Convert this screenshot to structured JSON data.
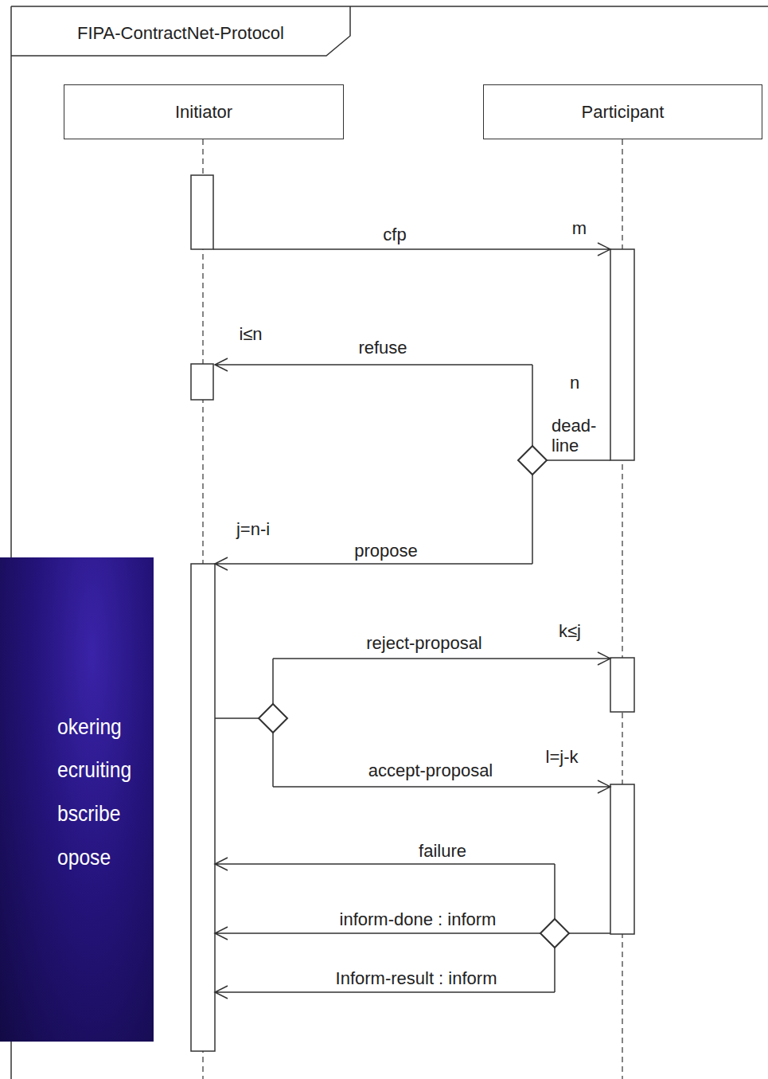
{
  "diagram": {
    "nodes": [
      {
        "text": [
          "FIPA-ContractNet-Protocol"
        ]
      },
      {
        "text": [
          "Initiator"
        ],
        "in": 0
      },
      {
        "text": [
          "Participant"
        ],
        "in": 0
      }
    ],
    "labels": [
      "m",
      "cfp",
      "i≤n",
      "refuse",
      "n",
      "dead- line",
      "j=n-i",
      "propose",
      "k≤j",
      "reject-proposal",
      "l=j-k",
      "accept-proposal",
      "failure",
      "inform-done : inform",
      "Inform-result : inform",
      "okering",
      "ecruiting",
      "bscribe",
      "opose"
    ]
  }
}
